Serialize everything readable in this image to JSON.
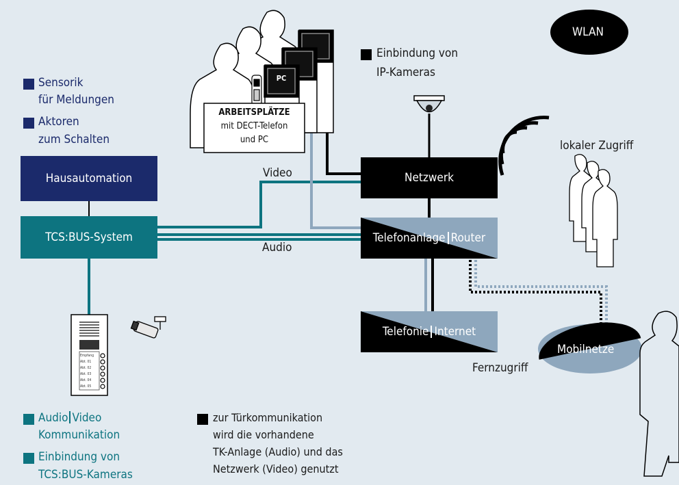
{
  "legend_left": {
    "sensorik": [
      "Sensorik",
      "für Meldungen"
    ],
    "aktoren": [
      "Aktoren",
      "zum Schalten"
    ],
    "audio_video": [
      "Audio",
      "Video",
      "Kommunikation"
    ],
    "kameras": [
      "Einbindung von",
      "TCS:BUS-Kameras"
    ]
  },
  "nodes": {
    "hausautomation": "Hausautomation",
    "tcs_bus": "TCS:BUS-System",
    "netzwerk": "Netzwerk",
    "telefonanlage": "Telefonanlage",
    "router": "Router",
    "telefonie": "Telefonie",
    "internet": "Internet",
    "wlan": "WLAN",
    "mobilnetze": "Mobilnetze",
    "pc": "PC"
  },
  "labels": {
    "video": "Video",
    "audio": "Audio",
    "ip_kameras": [
      "Einbindung von",
      "IP-Kameras"
    ],
    "lokaler_zugriff": "lokaler Zugriff",
    "fernzugriff": "Fernzugriff",
    "arbeitsplaetze": [
      "ARBEITSPLÄTZE",
      "mit DECT-Telefon",
      "und PC"
    ],
    "note": [
      "zur Türkommunikation",
      "wird die vorhandene",
      "TK-Anlage (Audio) und das",
      "Netzwerk (Video) genutzt"
    ]
  },
  "door_panel": {
    "rows": [
      "Empfang",
      "Abt. 01",
      "Abt. 02",
      "Abt. 03",
      "Abt. 04",
      "Abt. 05"
    ]
  },
  "colors": {
    "background": "#e2eaf0",
    "navy": "#1b2a6b",
    "teal": "#0d7480",
    "light_blue": "#8ea7bd",
    "black": "#000000"
  }
}
